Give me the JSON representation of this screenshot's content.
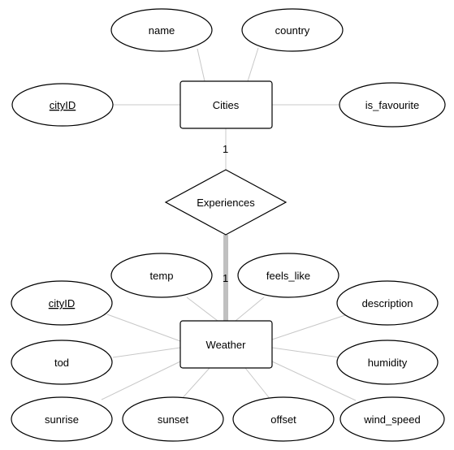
{
  "entities": {
    "cities": {
      "name": "Cities"
    },
    "weather": {
      "name": "Weather"
    }
  },
  "relationship": {
    "name": "Experiences"
  },
  "cardinality": {
    "cities_side": "1",
    "weather_side": "1"
  },
  "attributes": {
    "cities_name": "name",
    "cities_country": "country",
    "cities_cityid": "cityID",
    "cities_is_favourite": "is_favourite",
    "weather_temp": "temp",
    "weather_feels_like": "feels_like",
    "weather_cityid": "cityID",
    "weather_description": "description",
    "weather_tod": "tod",
    "weather_humidity": "humidity",
    "weather_sunrise": "sunrise",
    "weather_sunset": "sunset",
    "weather_offset": "offset",
    "weather_wind_speed": "wind_speed"
  }
}
